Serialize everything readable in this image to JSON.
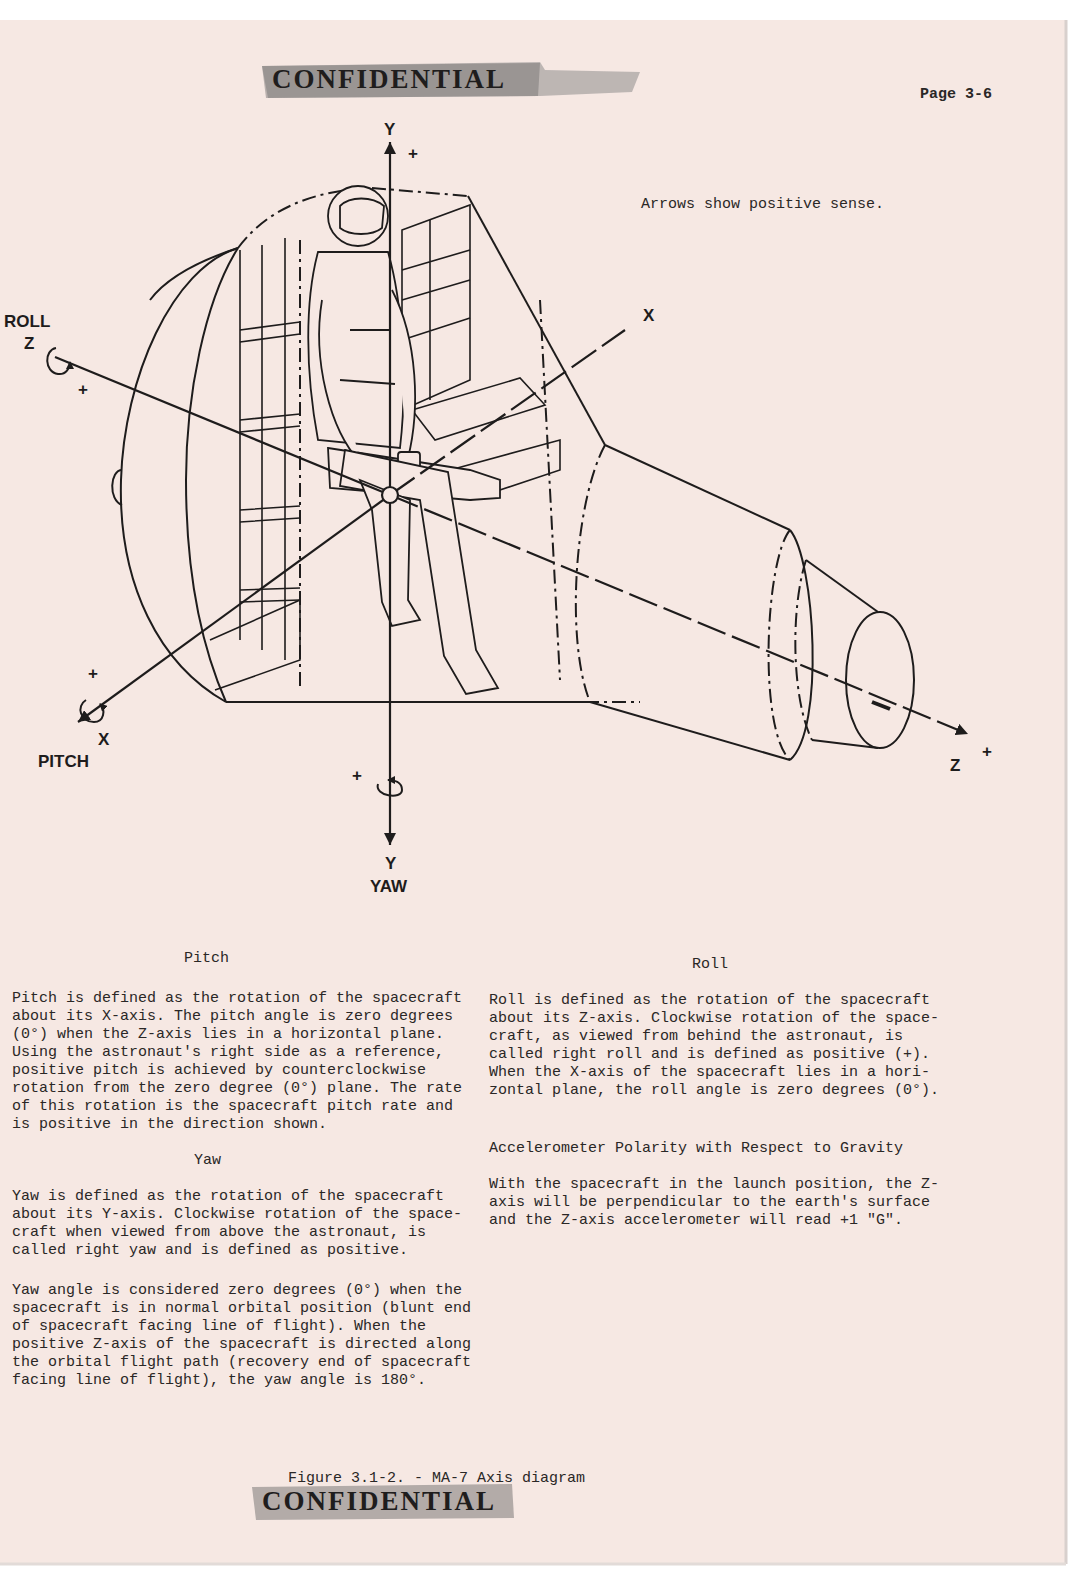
{
  "diagram": {
    "caption": "Figure 3.1-2. - MA-7 Axis diagram",
    "labels": [
      "CONFIDENTIAL",
      "Page 3-6",
      "Y",
      "+",
      "Arrows show positive sense.",
      "ROLL",
      "Z",
      "+",
      "X",
      "+",
      "X",
      "PITCH",
      "+",
      "Y",
      "YAW",
      "Z",
      "+",
      "Pitch",
      "Pitch is defined as the rotation of the spacecraft about its X-axis. The pitch angle is zero degrees (0°) when the Z-axis lies in a horizontal plane. Using the astronaut's right side as a reference, positive pitch is achieved by counterclockwise rotation from the zero degree (0°) plane. The rate of this rotation is the spacecraft pitch rate and is positive in the direction shown.",
      "Yaw",
      "Yaw is defined as the rotation of the spacecraft about its Y-axis. Clockwise rotation of the space-craft when viewed from above the astronaut, is called right yaw and is defined as positive.",
      "Yaw angle is considered zero degrees (0°) when the spacecraft is in normal orbital position (blunt end of spacecraft facing line of flight). When the positive Z-axis of the spacecraft is directed along the orbital flight path (recovery end of spacecraft facing line of flight), the yaw angle is 180°.",
      "Roll",
      "Roll is defined as the rotation of the spacecraft about its Z-axis. Clockwise rotation of the space-craft, as viewed from behind the astronaut, is called right roll and is defined as positive (+). When the X-axis of the spacecraft lies in a hori-zontal plane, the roll angle is zero degrees (0°).",
      "Accelerometer Polarity with Respect to Gravity",
      "With the spacecraft in the launch position, the Z-axis will be perpendicular to the earth's surface and the Z-axis accelerometer will read +1 \"G\".",
      "CONFIDENTIAL"
    ]
  }
}
